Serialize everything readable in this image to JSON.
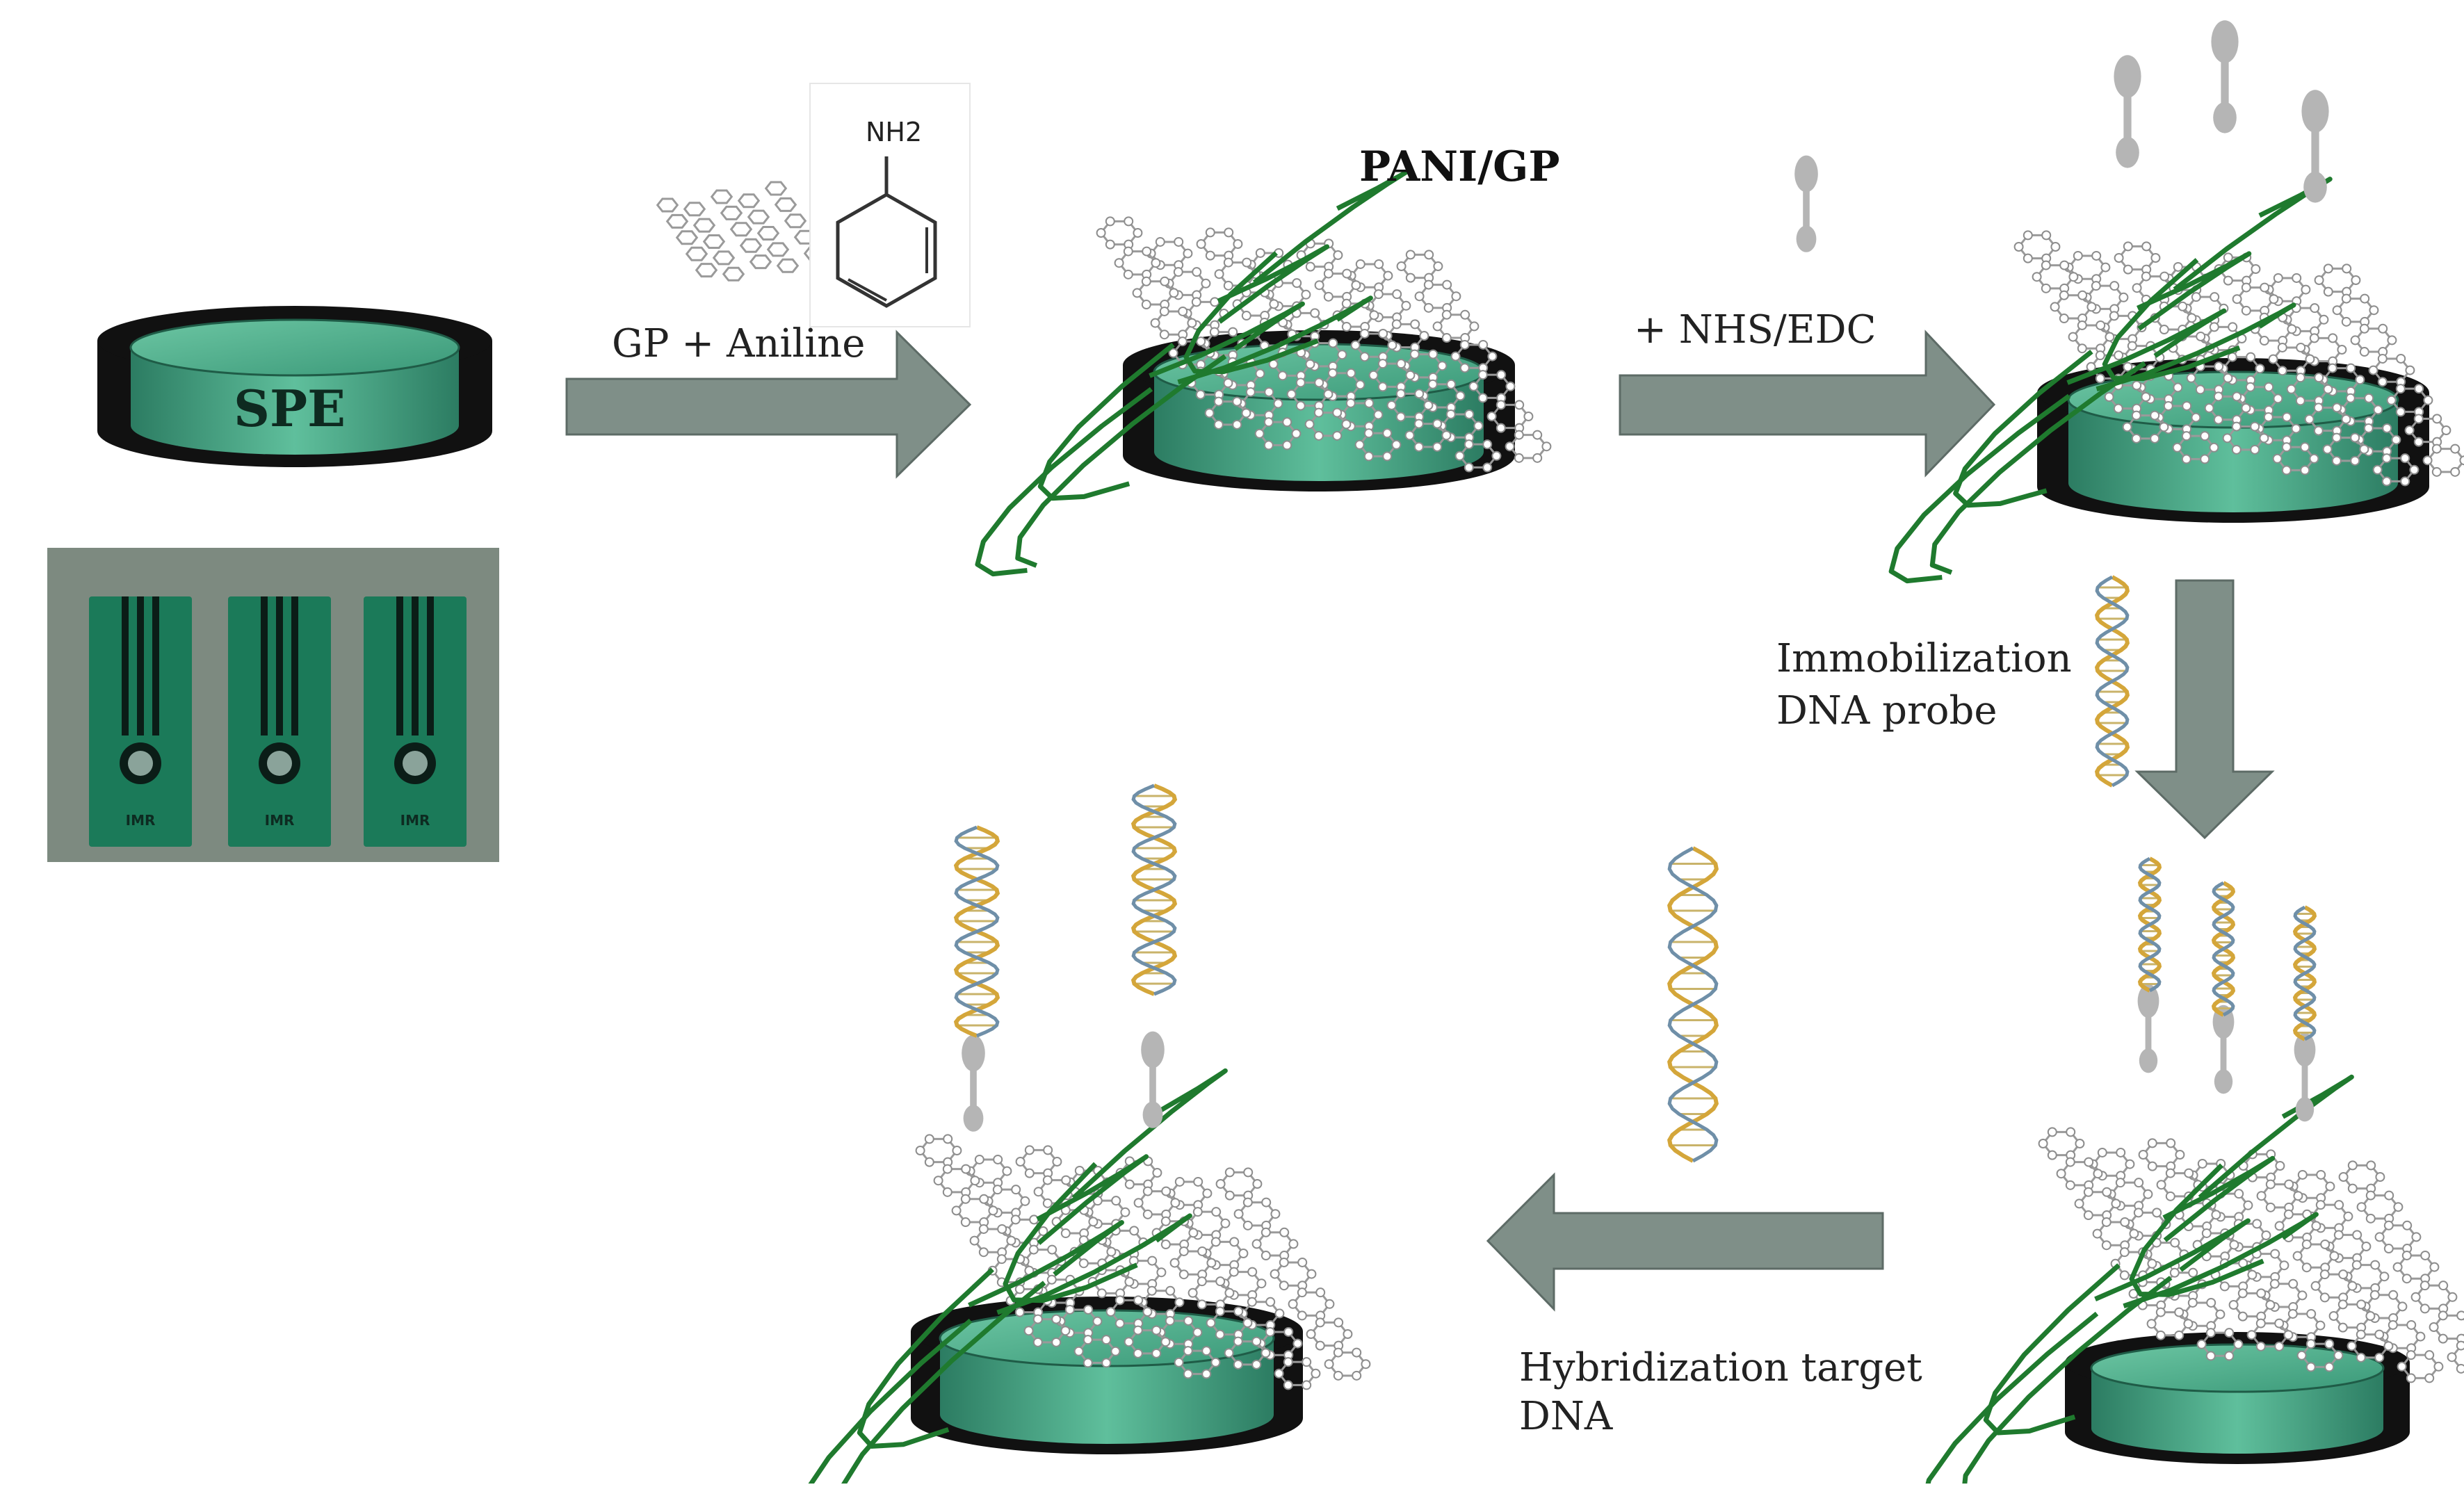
{
  "diagram": {
    "spe_label": "SPE",
    "photo_labels": [
      "IMR",
      "IMR",
      "IMR"
    ],
    "nh2_label": "NH2",
    "step1_label": "GP + Aniline",
    "pani_gp_label": "PANI/GP",
    "step2_label": "+ NHS/EDC",
    "step3_line1": "Immobilization",
    "step3_line2": "DNA  probe",
    "step4_line1": "Hybridization target",
    "step4_line2": "DNA",
    "colors": {
      "electrode_top": "#3f9e80",
      "electrode_side": "#2f8367",
      "electrode_base": "#111111",
      "arrow": "#7f8f88",
      "polymer": "#1f7a2e",
      "graphene": "#9a9a9a",
      "linker": "#b5b5b5"
    }
  }
}
